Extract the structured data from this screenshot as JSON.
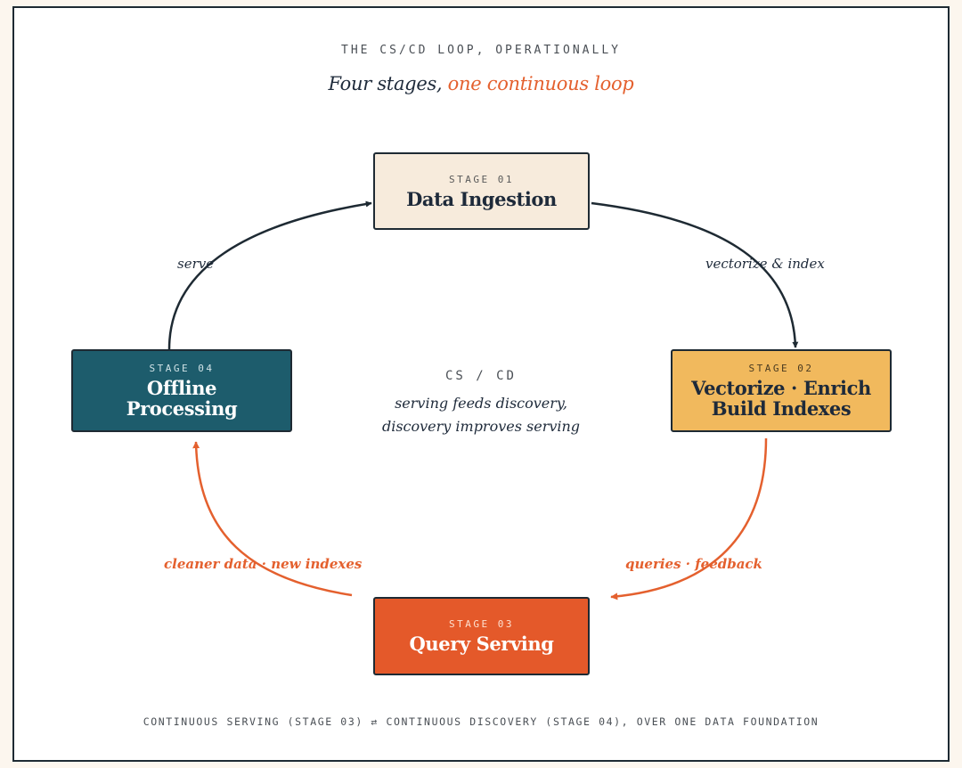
{
  "header": {
    "eyebrow": "THE CS/CD LOOP, OPERATIONALLY",
    "title_main": "Four stages, ",
    "title_accent": "one continuous loop"
  },
  "stages": [
    {
      "tag": "STAGE 01",
      "lines": [
        "Data Ingestion"
      ],
      "color": "#f7ebdc"
    },
    {
      "tag": "STAGE 02",
      "lines": [
        "Vectorize · Enrich",
        "Build Indexes"
      ],
      "color": "#f1b95d"
    },
    {
      "tag": "STAGE 03",
      "lines": [
        "Query Serving"
      ],
      "color": "#e4592a"
    },
    {
      "tag": "STAGE 04",
      "lines": [
        "Offline",
        "Processing"
      ],
      "color": "#1d5c6c"
    }
  ],
  "edges": {
    "serve": "serve",
    "vectorize": "vectorize & index",
    "queries": "queries · feedback",
    "cleaner": "cleaner data · new indexes"
  },
  "center": {
    "tag": "CS / CD",
    "line1": "serving feeds discovery,",
    "line2": "discovery improves serving"
  },
  "footer": "CONTINUOUS SERVING (STAGE 03) ⇄ CONTINUOUS DISCOVERY (STAGE 04), OVER ONE DATA FOUNDATION",
  "colors": {
    "dark_arrow": "#1e2a33",
    "orange_arrow": "#e4602e"
  }
}
